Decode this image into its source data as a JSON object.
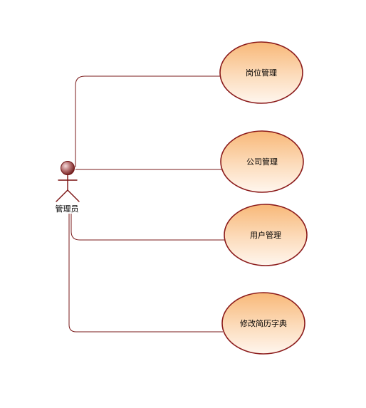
{
  "diagram": {
    "type": "use-case",
    "actor": {
      "label": "管理员"
    },
    "use_cases": [
      {
        "label": "岗位管理"
      },
      {
        "label": "公司管理"
      },
      {
        "label": "用户管理"
      },
      {
        "label": "修改简历字典"
      }
    ]
  }
}
